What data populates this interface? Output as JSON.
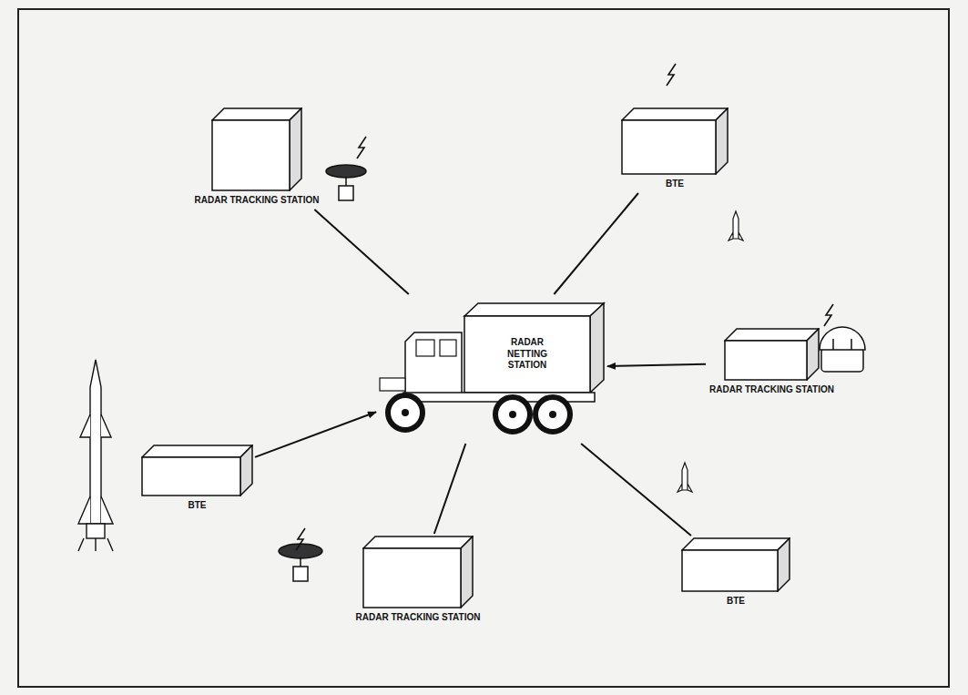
{
  "diagram": {
    "nodes": [
      {
        "text": [
          "RADAR TRACKING STATION"
        ]
      },
      {
        "text": [
          "BTE"
        ]
      },
      {
        "text": [
          "RADAR NETTING STATION"
        ]
      },
      {
        "text": [
          "RADAR TRACKING STATION"
        ]
      },
      {
        "text": [
          "BTE"
        ]
      },
      {
        "text": [
          "RADAR TRACKING STATION"
        ]
      },
      {
        "text": [
          "BTE"
        ]
      }
    ],
    "edges": [
      {
        "from": 0,
        "to": 2,
        "arrow": "none"
      },
      {
        "from": 1,
        "to": 2,
        "arrow": "none"
      },
      {
        "from": 3,
        "to": 2,
        "arrow": "to"
      },
      {
        "from": 4,
        "to": 2,
        "arrow": "to"
      },
      {
        "from": 5,
        "to": 2,
        "arrow": "none"
      },
      {
        "from": 6,
        "to": 2,
        "arrow": "none"
      }
    ]
  }
}
